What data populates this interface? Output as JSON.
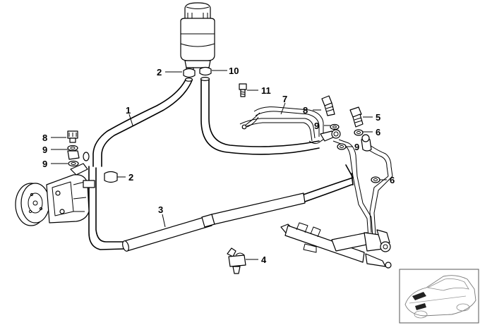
{
  "callouts": {
    "c1": "1",
    "c2a": "2",
    "c2b": "2",
    "c3": "3",
    "c4": "4",
    "c5": "5",
    "c6a": "6",
    "c6b": "6",
    "c7": "7",
    "c8a": "8",
    "c8b": "8",
    "c9a": "9",
    "c9b": "9",
    "c9c": "9",
    "c9d": "9",
    "c10": "10",
    "c11": "11"
  },
  "parts": {
    "reservoir": "reservoir-icon",
    "pump": "power-steering-pump-icon",
    "steering_rack": "steering-rack-icon",
    "cooler": "cooling-coil-icon",
    "car_thumbnail": "car-thumbnail-icon"
  },
  "colors": {
    "line": "#000000",
    "background": "#ffffff"
  }
}
